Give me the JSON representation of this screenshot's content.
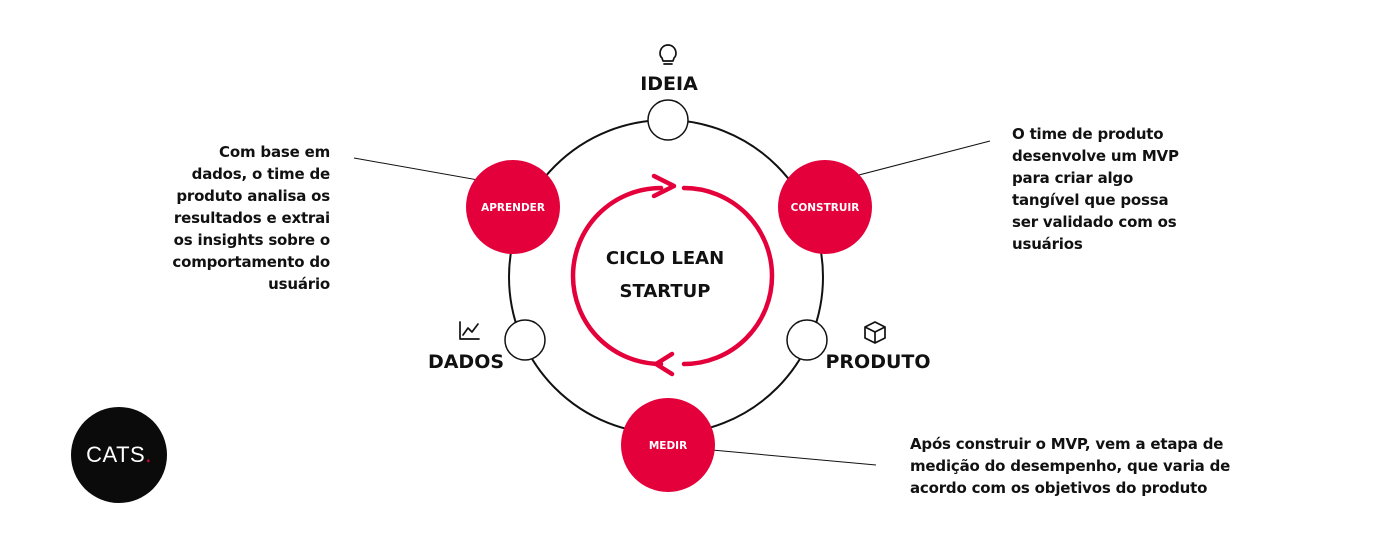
{
  "diagram": {
    "center_title_line1": "CICLO LEAN",
    "center_title_line2": "STARTUP",
    "stages": {
      "ideia": "IDEIA",
      "produto": "PRODUTO",
      "dados": "DADOS"
    },
    "steps": {
      "construir": "CONSTRUIR",
      "medir": "MEDIR",
      "aprender": "APRENDER"
    },
    "descriptions": {
      "aprender": [
        "Com base em",
        "dados, o time de",
        "produto analisa os",
        "resultados e extrai",
        "os insights sobre o",
        "comportamento do",
        "usuário"
      ],
      "construir": [
        "O time de produto",
        "desenvolve um MVP",
        "para criar algo",
        "tangível que possa",
        "ser validado com os",
        "usuários"
      ],
      "medir": [
        "Após construir o MVP, vem a etapa de",
        "medição do desempenho, que varia de",
        "acordo com os objetivos do produto"
      ]
    },
    "icons": {
      "ideia": "lightbulb-icon",
      "produto": "box-icon",
      "dados": "chart-line-icon"
    }
  },
  "logo": {
    "text": "CATS",
    "dot": "."
  },
  "colors": {
    "accent": "#E4003B",
    "line": "#111111",
    "logo_bg": "#0B0B0B",
    "text": "#111111"
  }
}
